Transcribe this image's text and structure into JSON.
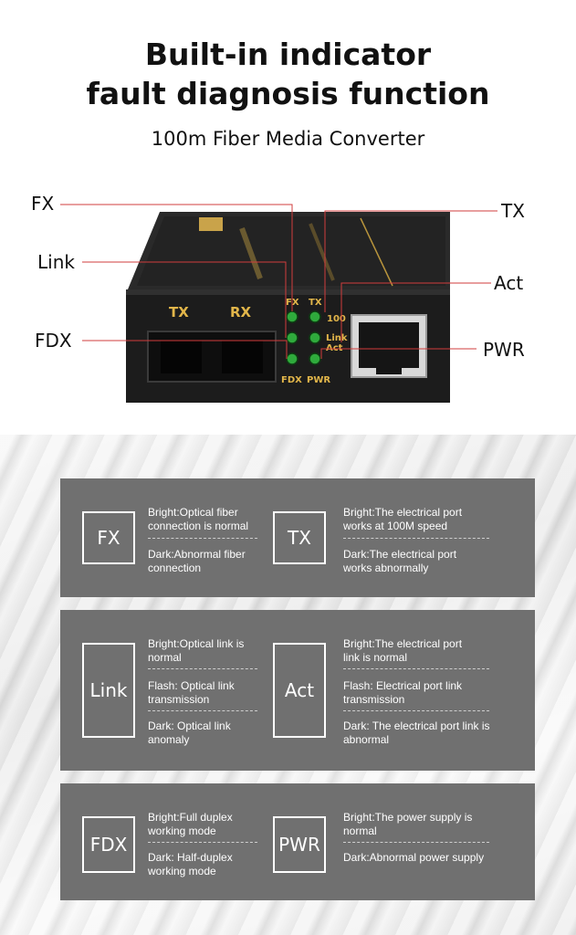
{
  "header": {
    "title_line1": "Built-in indicator",
    "title_line2": "fault diagnosis function",
    "subtitle": "100m Fiber Media Converter"
  },
  "product": {
    "callouts": {
      "fx": "FX",
      "link": "Link",
      "fdx": "FDX",
      "tx": "TX",
      "act": "Act",
      "pwr": "PWR"
    },
    "port_labels": {
      "tx": "TX",
      "rx": "RX"
    },
    "led_labels": {
      "fx": "FX",
      "tx": "TX",
      "speed": "100",
      "link": "Link",
      "act": "Act",
      "fdx": "FDX",
      "pwr": "PWR"
    },
    "colors": {
      "led_green": "#2faa3c",
      "body": "#262626",
      "label_gold": "#e2b64a",
      "callout_line": "#d23c3c"
    }
  },
  "panels": [
    {
      "left": {
        "badge": "FX",
        "bright": "Bright:Optical fiber connection is normal",
        "dark": "Dark:Abnormal fiber connection"
      },
      "right": {
        "badge": "TX",
        "bright": "Bright:The electrical port works at 100M speed",
        "dark": "Dark:The electrical port works abnormally"
      }
    },
    {
      "left": {
        "badge": "Link",
        "bright": "Bright:Optical link is normal",
        "flash": "Flash: Optical link transmission",
        "dark": "Dark: Optical link anomaly"
      },
      "right": {
        "badge": "Act",
        "bright": "Bright:The electrical port link is normal",
        "flash": "Flash: Electrical port link transmission",
        "dark": "Dark: The electrical port link is abnormal"
      }
    },
    {
      "left": {
        "badge": "FDX",
        "bright": "Bright:Full duplex working mode",
        "dark": "Dark: Half-duplex working mode"
      },
      "right": {
        "badge": "PWR",
        "bright": "Bright:The power supply is normal",
        "dark": "Dark:Abnormal power supply"
      }
    }
  ]
}
